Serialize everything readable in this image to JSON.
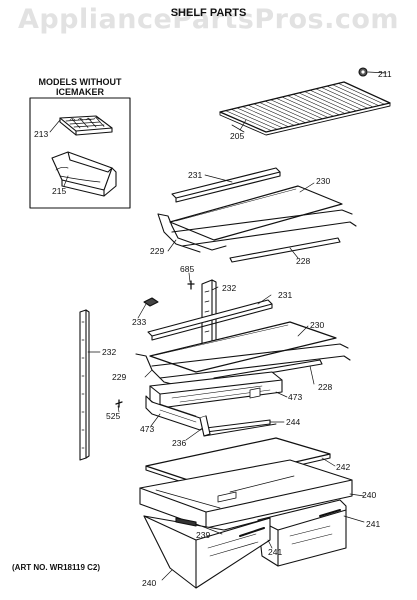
{
  "watermark": "AppliancePartsPros.com",
  "title": "SHELF PARTS",
  "models_box": {
    "heading_line1": "MODELS WITHOUT",
    "heading_line2": "ICEMAKER"
  },
  "art_number": "(ART NO. WR18119 C2)",
  "callouts": {
    "c211": "211",
    "c205": "205",
    "c213": "213",
    "c215": "215",
    "c231_top": "231",
    "c230_top": "230",
    "c229_top": "229",
    "c228_top": "228",
    "c685": "685",
    "c232_mid": "232",
    "c231_mid": "231",
    "c233": "233",
    "c230_mid": "230",
    "c232_left": "232",
    "c229_mid": "229",
    "c228_mid": "228",
    "c473_right": "473",
    "c525": "525",
    "c244": "244",
    "c473_left": "473",
    "c236": "236",
    "c242": "242",
    "c240_right": "240",
    "c241_right": "241",
    "c239": "239",
    "c241_bottom": "241",
    "c240_left": "240"
  }
}
